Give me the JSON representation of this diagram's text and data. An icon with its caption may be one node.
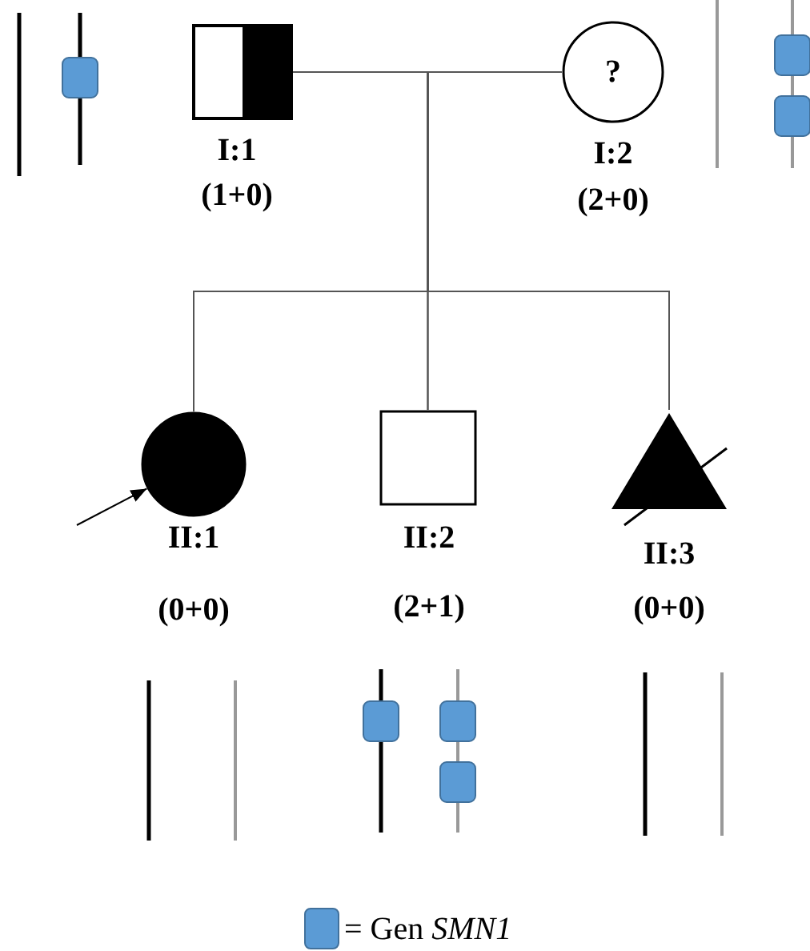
{
  "diagram": {
    "nodes": [
      {
        "text": [
          "I:1",
          "(1+0)"
        ]
      },
      {
        "text": [
          "?",
          "I:2",
          "(2+0)"
        ]
      },
      {
        "text": [
          "II:1",
          "(0+0)"
        ]
      },
      {
        "text": [
          "II:2",
          "(2+1)"
        ]
      },
      {
        "text": [
          "II:3",
          "(0+0)"
        ]
      }
    ],
    "edges": [
      {
        "from": 0,
        "to": 1,
        "arrow": "none"
      },
      {
        "from": 0,
        "to": 2,
        "arrow": "none"
      },
      {
        "from": 0,
        "to": 3,
        "arrow": "none"
      },
      {
        "from": 0,
        "to": 4,
        "arrow": "none"
      },
      {
        "from": 1,
        "to": 2,
        "arrow": "none"
      },
      {
        "from": 1,
        "to": 3,
        "arrow": "none"
      },
      {
        "from": 1,
        "to": 4,
        "arrow": "none"
      },
      {
        "from": null,
        "to": 2,
        "arrow": "to"
      }
    ],
    "legend": [
      {
        "text": "= Gen *SMN1*",
        "color": "#5b9bd5"
      }
    ]
  }
}
